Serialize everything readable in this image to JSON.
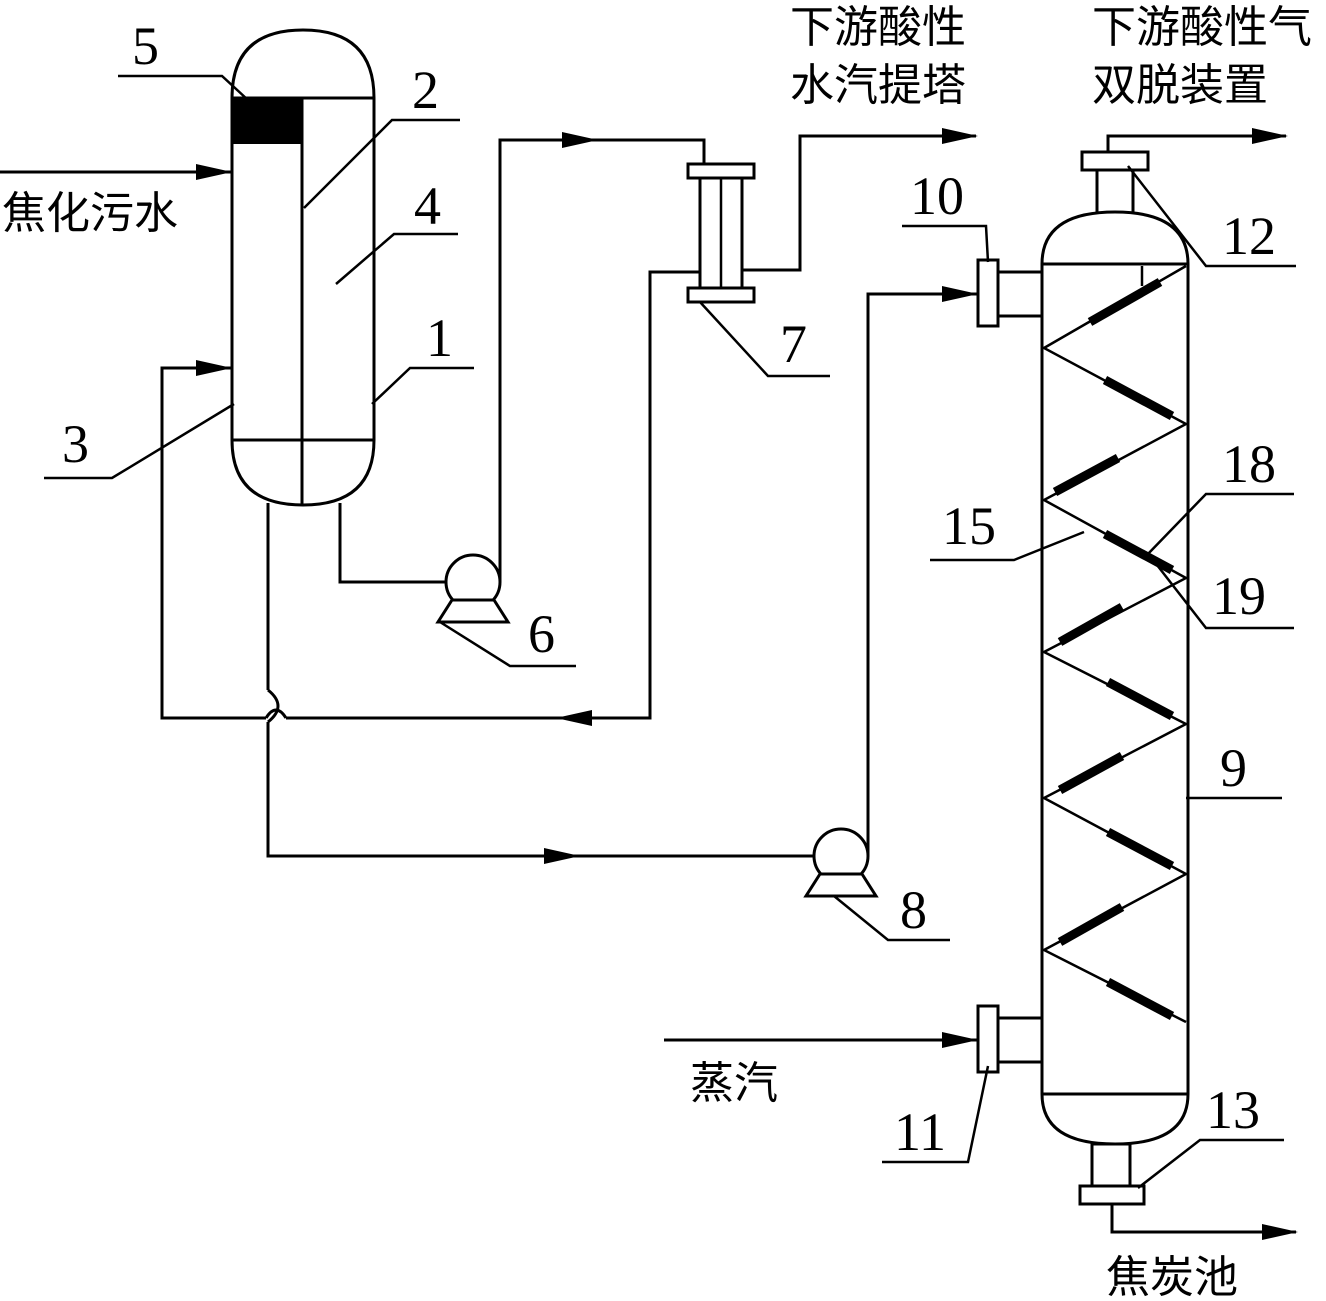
{
  "labels": {
    "wastewater_in": "焦化污水",
    "steam_in": "蒸汽",
    "coke_pool": "焦炭池",
    "acid_stripper_line1": "下游酸性",
    "acid_stripper_line2": "水汽提塔",
    "acid_gas_line1": "下游酸性气",
    "acid_gas_line2": "双脱装置"
  },
  "callouts": [
    "1",
    "2",
    "3",
    "4",
    "5",
    "6",
    "7",
    "8",
    "9",
    "10",
    "11",
    "12",
    "13",
    "15",
    "18",
    "19"
  ]
}
